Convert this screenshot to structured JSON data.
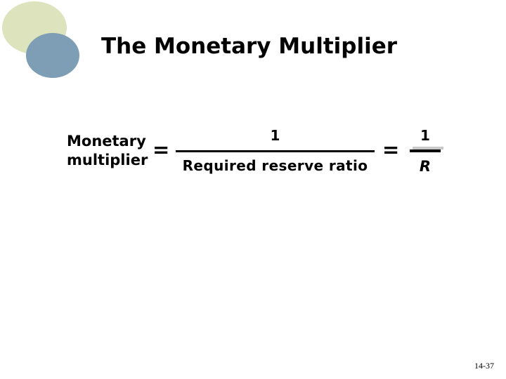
{
  "slide": {
    "title": "The Monetary Multiplier",
    "page_number": "14-37"
  },
  "formula": {
    "label_line1": "Monetary",
    "label_line2": "multiplier",
    "equals_1": "=",
    "fraction_main": {
      "numerator": "1",
      "denominator": "Required reserve ratio"
    },
    "equals_2": "=",
    "fraction_short": {
      "numerator": "1",
      "denominator": "R"
    }
  },
  "colors": {
    "background": "#ffffff",
    "text": "#000000",
    "decor_circle_large": "#dde3bc",
    "decor_circle_small": "#7d9eb4",
    "fraction_bar": "#000000",
    "fraction_bar_shadow": "#c9c9c9"
  }
}
